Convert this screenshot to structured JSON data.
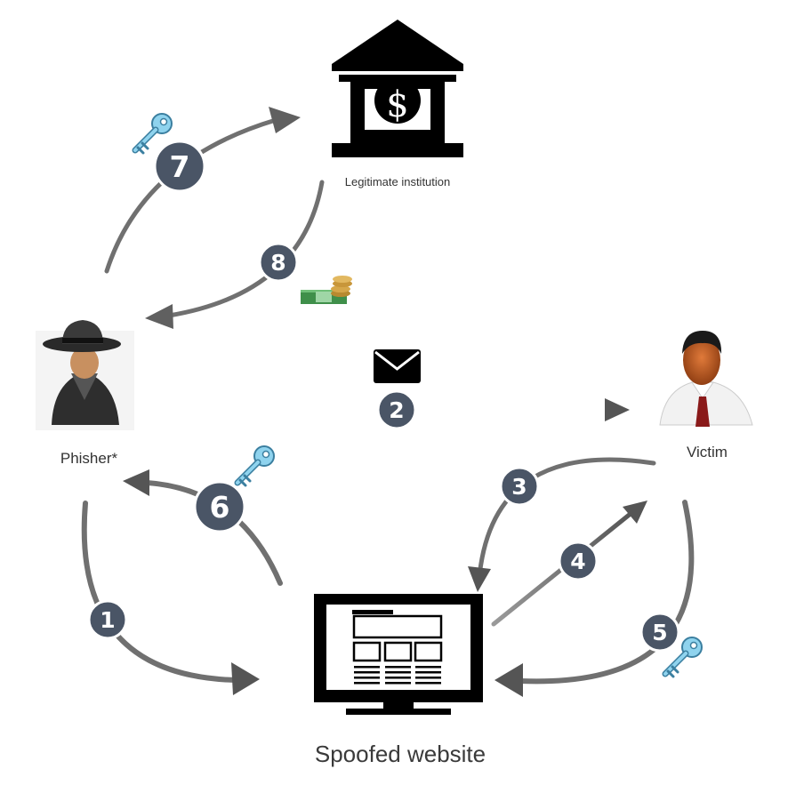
{
  "nodes": {
    "bank_label": "Legitimate institution",
    "phisher_label": "Phisher*",
    "victim_label": "Victim",
    "website_label": "Spoofed website"
  },
  "steps": [
    "1",
    "2",
    "3",
    "4",
    "5",
    "6",
    "7",
    "8"
  ],
  "icons": {
    "bank": "bank-icon",
    "phisher": "spy-person-icon",
    "victim": "businessman-icon",
    "website": "computer-monitor-icon",
    "email": "envelope-icon",
    "credentials": "key-icon",
    "money": "money-stack-icon"
  },
  "colors": {
    "step_badge": "#4a5566",
    "arrow": "#6a6a6a",
    "key": "#8fd3ee",
    "money": "#3f8f4a",
    "coins": "#d6a74a"
  }
}
